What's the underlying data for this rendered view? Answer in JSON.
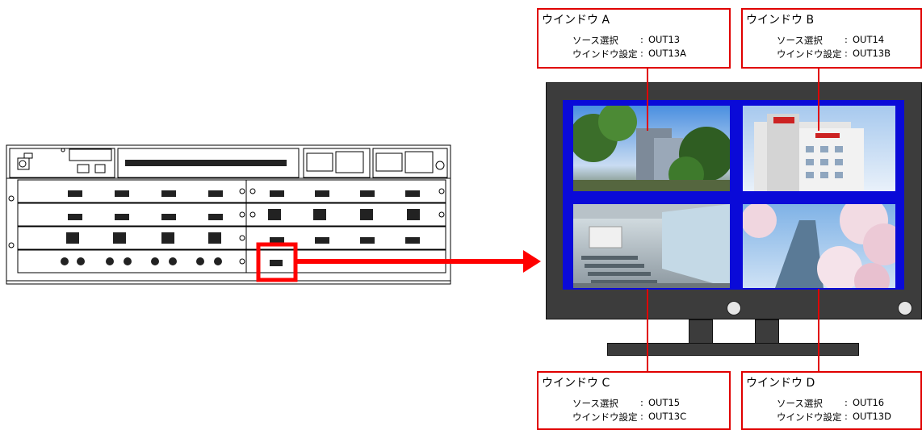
{
  "windows": [
    {
      "title": "ウインドウ A",
      "source_label": "ソース選択",
      "source_value": "OUT13",
      "setting_label": "ウインドウ設定",
      "setting_value": "OUT13A"
    },
    {
      "title": "ウインドウ B",
      "source_label": "ソース選択",
      "source_value": "OUT14",
      "setting_label": "ウインドウ設定",
      "setting_value": "OUT13B"
    },
    {
      "title": "ウインドウ C",
      "source_label": "ソース選択",
      "source_value": "OUT15",
      "setting_label": "ウインドウ設定",
      "setting_value": "OUT13C"
    },
    {
      "title": "ウインドウ D",
      "source_label": "ソース選択",
      "source_value": "OUT16",
      "setting_label": "ウインドウ設定",
      "setting_value": "OUT13D"
    }
  ],
  "colors": {
    "callout_border": "#e00000",
    "arrow": "#ff0000",
    "screen": "#0a0ad8",
    "monitor": "#3c3c3c"
  }
}
